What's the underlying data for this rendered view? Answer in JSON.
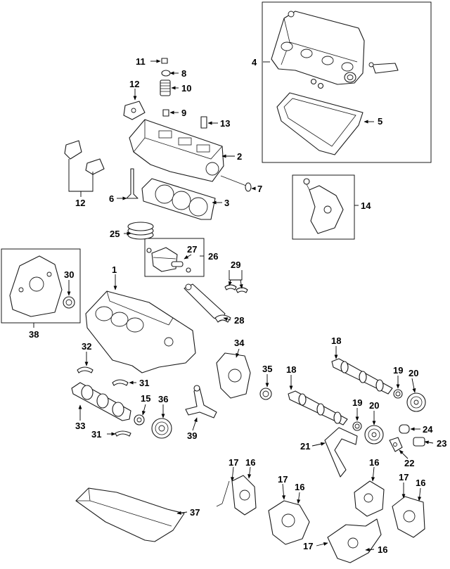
{
  "callouts": [
    {
      "id": "c1",
      "text": "1"
    },
    {
      "id": "c2",
      "text": "2"
    },
    {
      "id": "c3",
      "text": "3"
    },
    {
      "id": "c4",
      "text": "4"
    },
    {
      "id": "c5",
      "text": "5"
    },
    {
      "id": "c6",
      "text": "6"
    },
    {
      "id": "c7",
      "text": "7"
    },
    {
      "id": "c8",
      "text": "8"
    },
    {
      "id": "c9",
      "text": "9"
    },
    {
      "id": "c10",
      "text": "10"
    },
    {
      "id": "c11",
      "text": "11"
    },
    {
      "id": "c12a",
      "text": "12"
    },
    {
      "id": "c12b",
      "text": "12"
    },
    {
      "id": "c13",
      "text": "13"
    },
    {
      "id": "c14",
      "text": "14"
    },
    {
      "id": "c15",
      "text": "15"
    },
    {
      "id": "c16a",
      "text": "16"
    },
    {
      "id": "c16b",
      "text": "16"
    },
    {
      "id": "c16c",
      "text": "16"
    },
    {
      "id": "c16d",
      "text": "16"
    },
    {
      "id": "c16e",
      "text": "16"
    },
    {
      "id": "c17a",
      "text": "17"
    },
    {
      "id": "c17b",
      "text": "17"
    },
    {
      "id": "c17c",
      "text": "17"
    },
    {
      "id": "c17d",
      "text": "17"
    },
    {
      "id": "c18a",
      "text": "18"
    },
    {
      "id": "c18b",
      "text": "18"
    },
    {
      "id": "c19a",
      "text": "19"
    },
    {
      "id": "c19b",
      "text": "19"
    },
    {
      "id": "c20a",
      "text": "20"
    },
    {
      "id": "c20b",
      "text": "20"
    },
    {
      "id": "c21",
      "text": "21"
    },
    {
      "id": "c22",
      "text": "22"
    },
    {
      "id": "c23",
      "text": "23"
    },
    {
      "id": "c24",
      "text": "24"
    },
    {
      "id": "c25",
      "text": "25"
    },
    {
      "id": "c26",
      "text": "26"
    },
    {
      "id": "c27",
      "text": "27"
    },
    {
      "id": "c28",
      "text": "28"
    },
    {
      "id": "c29",
      "text": "29"
    },
    {
      "id": "c30",
      "text": "30"
    },
    {
      "id": "c31a",
      "text": "31"
    },
    {
      "id": "c31b",
      "text": "31"
    },
    {
      "id": "c32",
      "text": "32"
    },
    {
      "id": "c33",
      "text": "33"
    },
    {
      "id": "c34",
      "text": "34"
    },
    {
      "id": "c35",
      "text": "35"
    },
    {
      "id": "c36",
      "text": "36"
    },
    {
      "id": "c37",
      "text": "37"
    },
    {
      "id": "c38",
      "text": "38"
    },
    {
      "id": "c39",
      "text": "39"
    }
  ]
}
